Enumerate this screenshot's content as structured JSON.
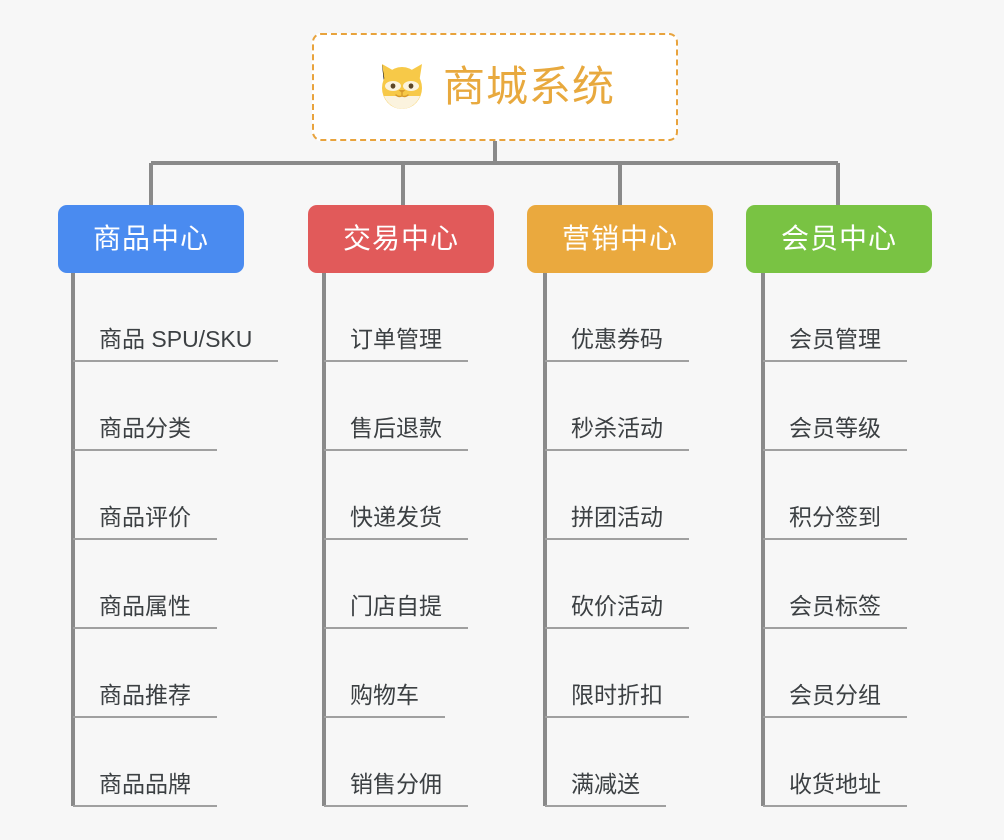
{
  "page": {
    "background_color": "#f7f7f7",
    "type": "mindmap-org-chart"
  },
  "root": {
    "title": "商城系统",
    "icon": "shiba-dog-emoji",
    "text_color": "#e8a93e",
    "border_color": "#e8a33d",
    "background_color": "#ffffff"
  },
  "connector": {
    "color": "#8a8a8a"
  },
  "columns": [
    {
      "label": "商品中心",
      "color": "#4a8bf0",
      "items": [
        "商品 SPU/SKU",
        "商品分类",
        "商品评价",
        "商品属性",
        "商品推荐",
        "商品品牌"
      ]
    },
    {
      "label": "交易中心",
      "color": "#e15a5a",
      "items": [
        "订单管理",
        "售后退款",
        "快递发货",
        "门店自提",
        "购物车",
        "销售分佣"
      ]
    },
    {
      "label": "营销中心",
      "color": "#eaa93e",
      "items": [
        "优惠券码",
        "秒杀活动",
        "拼团活动",
        "砍价活动",
        "限时折扣",
        "满减送"
      ]
    },
    {
      "label": "会员中心",
      "color": "#79c343",
      "items": [
        "会员管理",
        "会员等级",
        "积分签到",
        "会员标签",
        "会员分组",
        "收货地址"
      ]
    }
  ]
}
